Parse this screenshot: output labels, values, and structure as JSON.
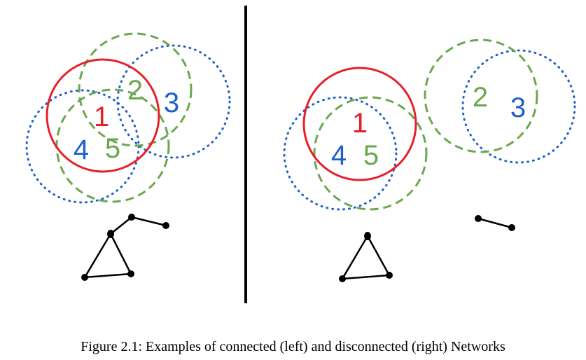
{
  "caption": "Figure 2.1: Examples of connected (left) and disconnected (right) Networks",
  "colors": {
    "red": "#e8202a",
    "green": "#6aa84f",
    "blue": "#1f5fc9",
    "black": "#000000"
  },
  "panels": {
    "left": {
      "labels": {
        "n1": "1",
        "n2": "2",
        "n3": "3",
        "n4": "4",
        "n5": "5"
      }
    },
    "right": {
      "labels": {
        "n1": "1",
        "n2": "2",
        "n3": "3",
        "n4": "4",
        "n5": "5"
      }
    }
  }
}
